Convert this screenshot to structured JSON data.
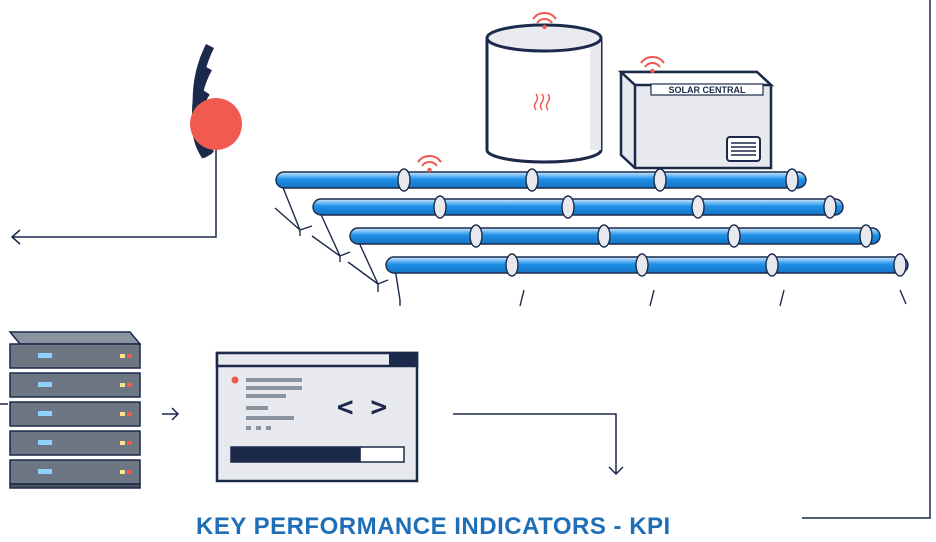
{
  "diagram": {
    "title": "KEY PERFORMANCE INDICATORS - KPI",
    "equipment_label": "SOLAR CENTRAL",
    "code_symbol": "< >",
    "colors": {
      "line": "#1b2a4a",
      "accent": "#f05a4f",
      "panel_blue": "#1e90e8",
      "panel_light": "#cfeaff",
      "server": "#6d7683",
      "title": "#1f6fb8"
    },
    "icons": [
      "wireless-signal-icon",
      "storage-tank-icon",
      "solar-central-unit-icon",
      "solar-panel-array-icon",
      "server-rack-icon",
      "code-window-icon"
    ],
    "progress_fraction": 0.75
  }
}
